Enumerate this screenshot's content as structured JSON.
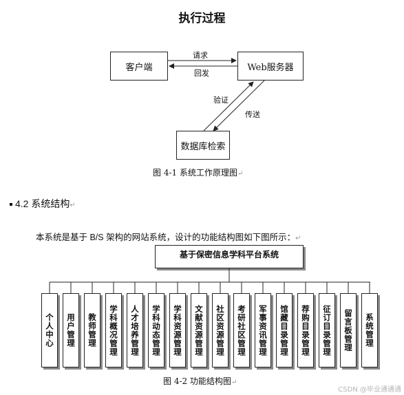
{
  "title": "执行过程",
  "diagram1": {
    "client": "客户端",
    "server": "Web服务器",
    "db": "数据库检索",
    "request": "请求",
    "reply": "回发",
    "verify": "验证",
    "transfer": "传送",
    "caption": "图 4-1 系统工作原理图"
  },
  "section": {
    "heading": "4.2 系统结构",
    "paragraph": "本系统是基于 B/S 架构的网站系统，设计的功能结构图如下图所示："
  },
  "diagram2": {
    "root": "基于保密信息学科平台系统",
    "modules": [
      "个人中心",
      "用户管理",
      "教师管理",
      "学科概况管理",
      "人才培养管理",
      "学科动态管理",
      "学科资源管理",
      "文献资源管理",
      "社区资源管理",
      "考研社区管理",
      "军事资讯管理",
      "馆藏目录管理",
      "荐购目录管理",
      "征订目录管理",
      "留言板管理",
      "系统管理"
    ],
    "caption": "图 4-2 功能结构图"
  },
  "watermark": "CSDN @毕业通通通",
  "pilcrow": "↵"
}
